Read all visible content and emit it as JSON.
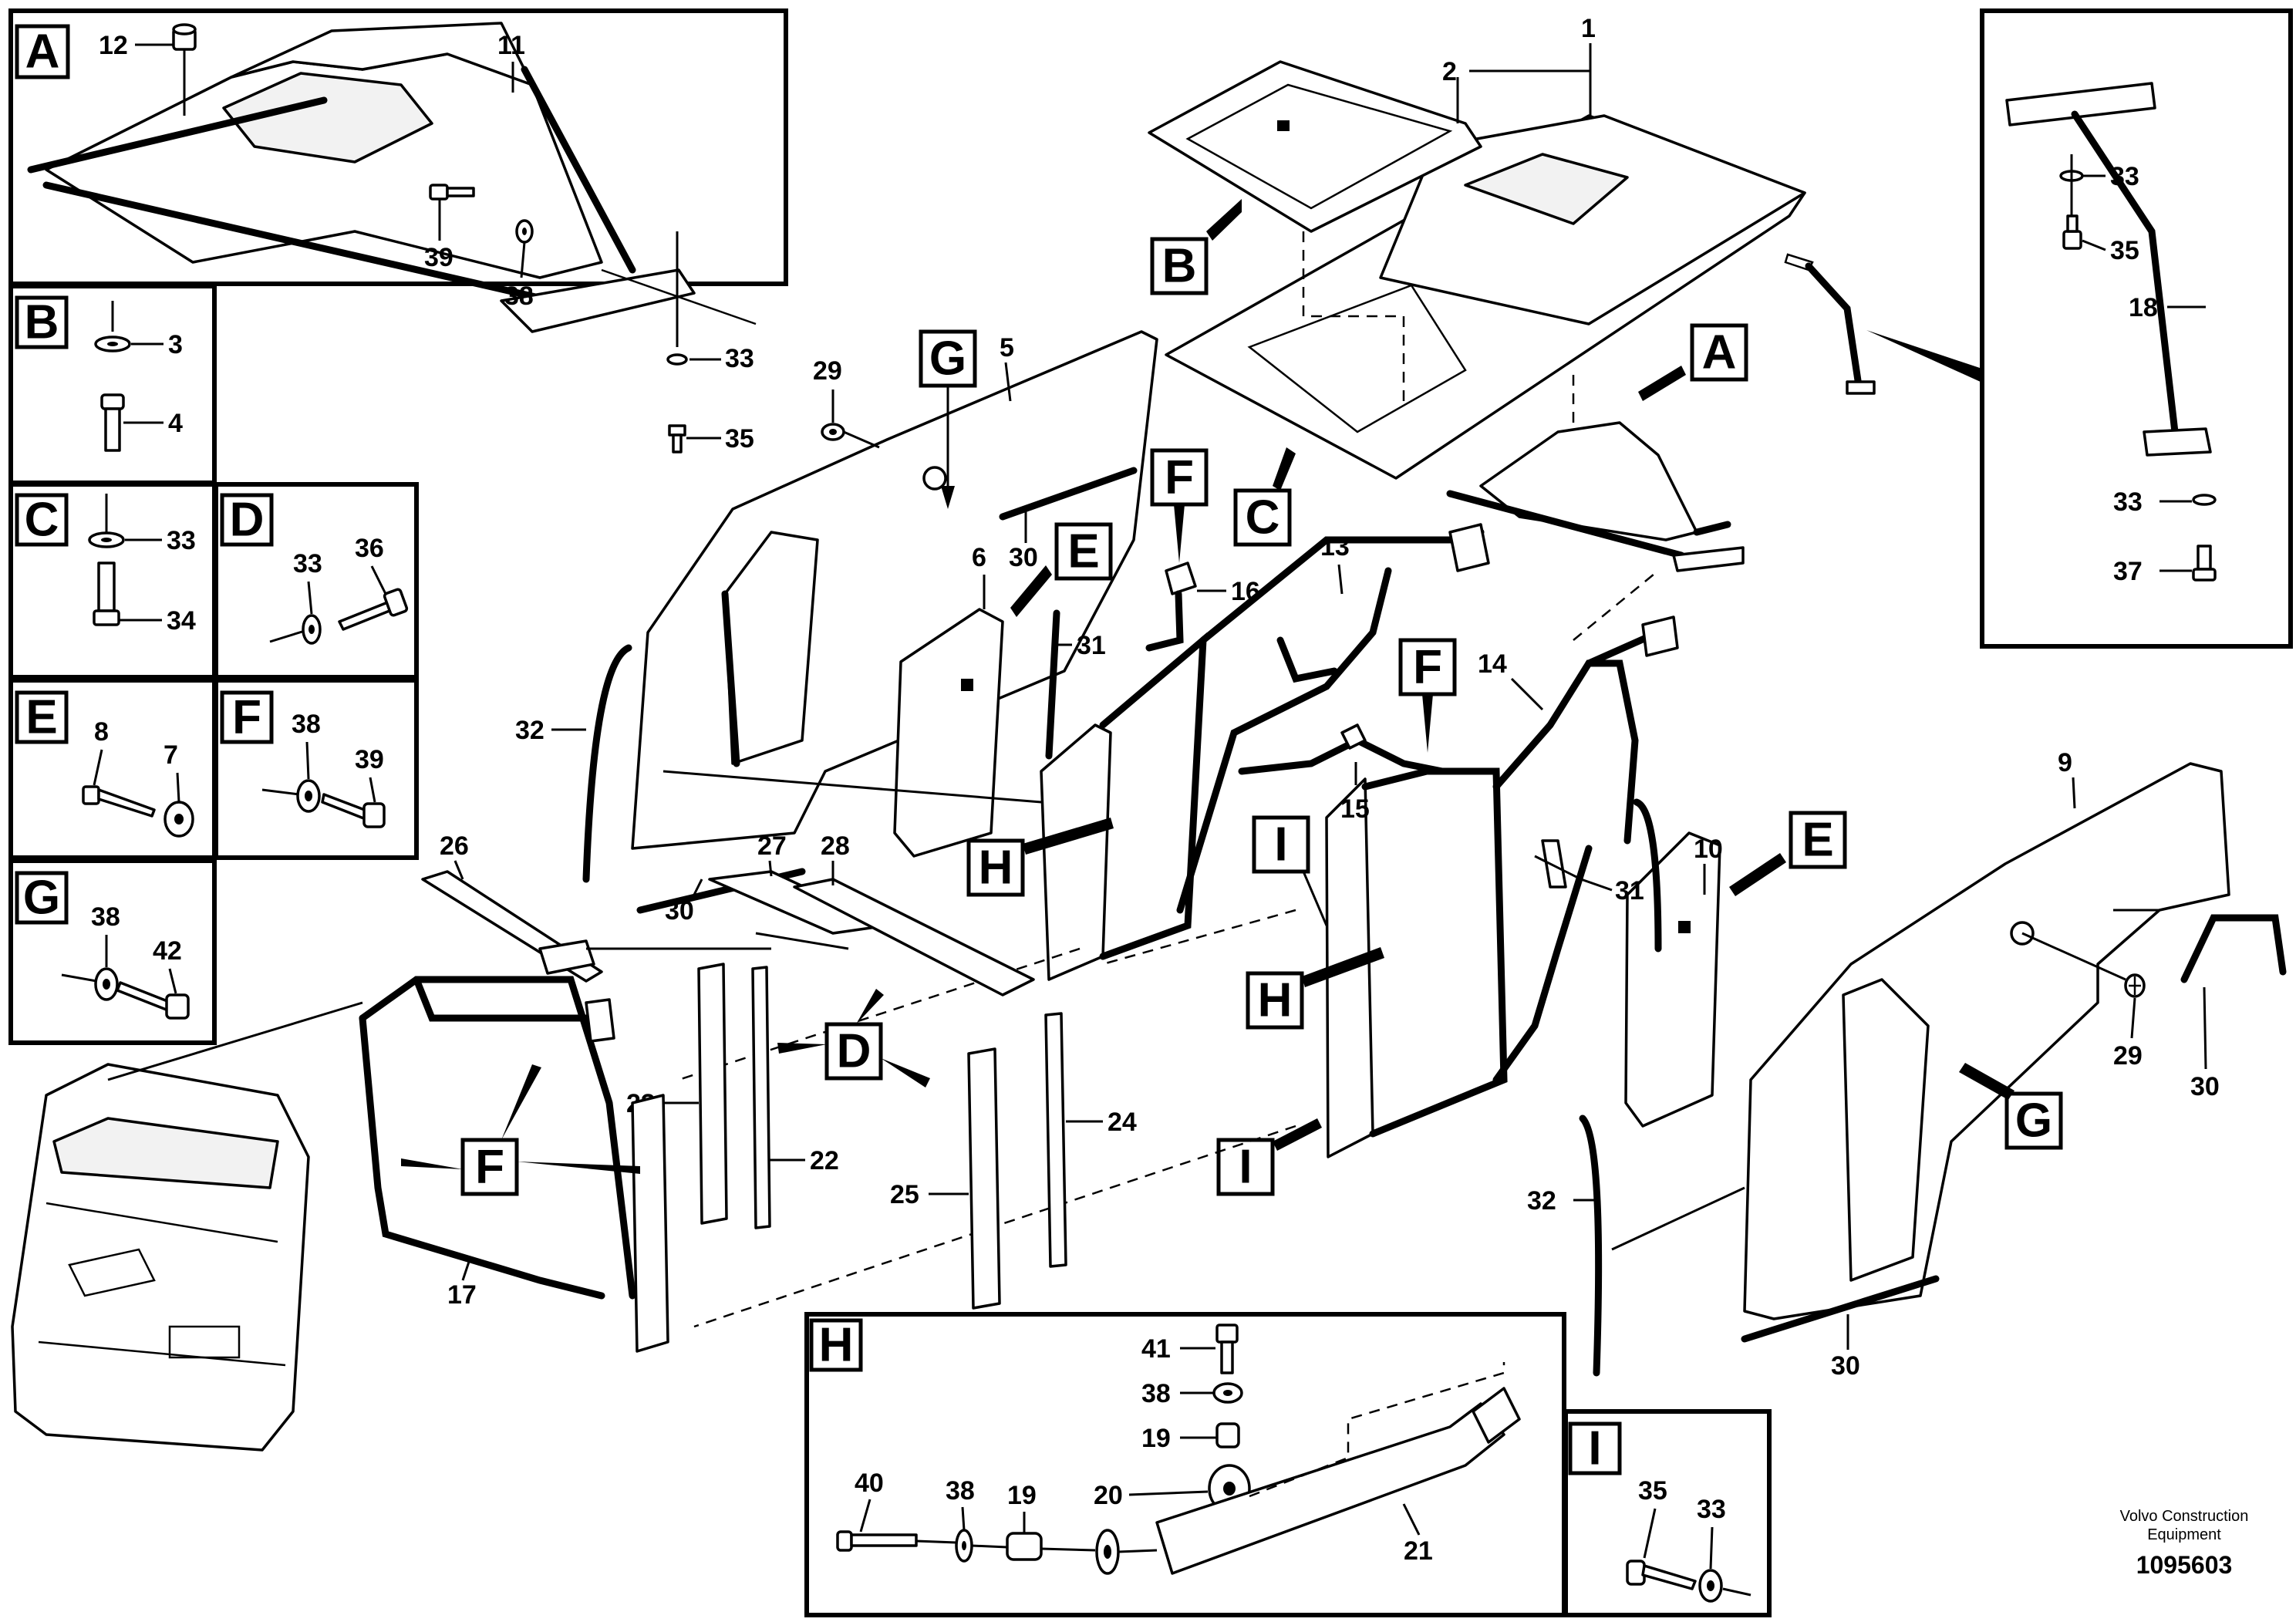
{
  "badges": {
    "A": "A",
    "B": "B",
    "C": "C",
    "D": "D",
    "E": "E",
    "F": "F",
    "G": "G",
    "H": "H",
    "I": "I"
  },
  "parts": {
    "p1": "1",
    "p2": "2",
    "p3": "3",
    "p4": "4",
    "p5": "5",
    "p6": "6",
    "p7": "7",
    "p8": "8",
    "p9": "9",
    "p10": "10",
    "p11": "11",
    "p12": "12",
    "p13": "13",
    "p14": "14",
    "p15": "15",
    "p16": "16",
    "p17": "17",
    "p18": "18",
    "p19": "19",
    "p20": "20",
    "p21": "21",
    "p22": "22",
    "p23": "23",
    "p24": "24",
    "p25": "25",
    "p26": "26",
    "p27": "27",
    "p28": "28",
    "p29": "29",
    "p30": "30",
    "p31": "31",
    "p32": "32",
    "p33": "33",
    "p34": "34",
    "p35": "35",
    "p36": "36",
    "p37": "37",
    "p38": "38",
    "p39": "39",
    "p40": "40",
    "p41": "41",
    "p42": "42"
  },
  "footer": {
    "brand_line1": "Volvo Construction",
    "brand_line2": "Equipment",
    "doc_number": "1095603"
  }
}
